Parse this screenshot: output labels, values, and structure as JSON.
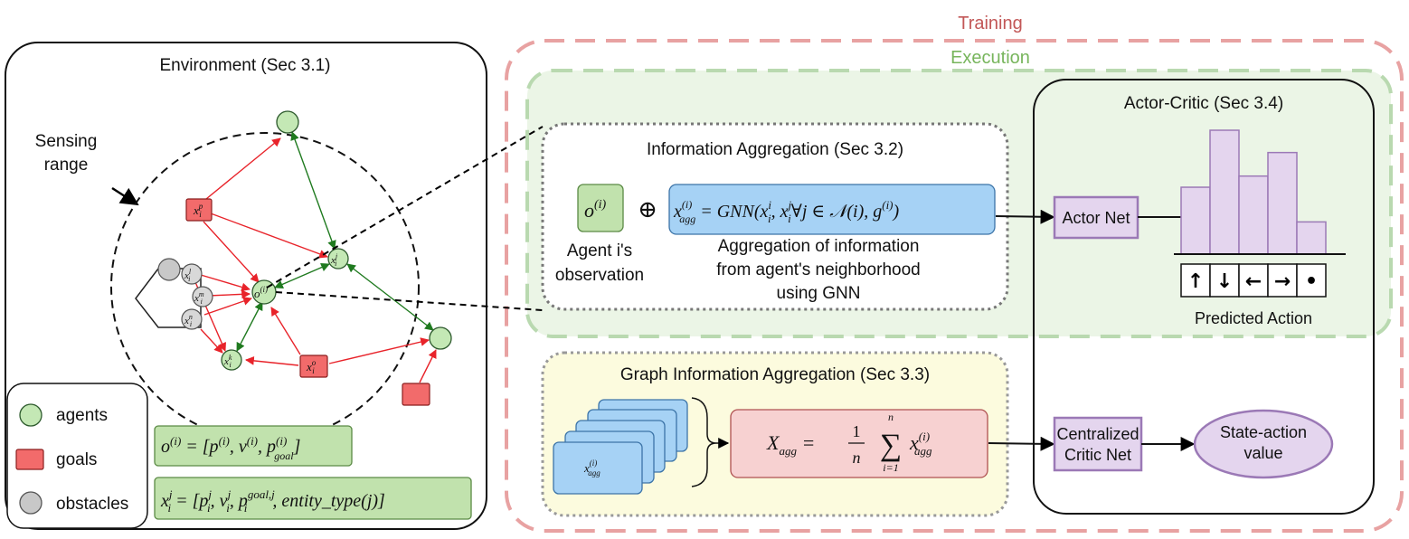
{
  "frames": {
    "training_label": "Training",
    "execution_label": "Execution"
  },
  "environment": {
    "title": "Environment (Sec 3.1)",
    "sensing_label_1": "Sensing",
    "sensing_label_2": "range",
    "nodes": {
      "xp": "x",
      "xp_sub": "i",
      "xp_sup": "p",
      "xj": "x",
      "xj_sub": "i",
      "xj_sup": "j",
      "xl": "x",
      "xl_sub": "i",
      "xl_sup": "l",
      "xm": "x",
      "xm_sub": "i",
      "xm_sup": "m",
      "xn": "x",
      "xn_sub": "i",
      "xn_sup": "n",
      "xk": "x",
      "xk_sub": "i",
      "xk_sup": "k",
      "xo": "x",
      "xo_sub": "i",
      "xo_sup": "o",
      "oi": "o",
      "oi_sup": "(i)"
    },
    "legend": {
      "agents": "agents",
      "goals": "goals",
      "obstacles": "obstacles"
    },
    "obs_formula": "o⁽ⁱ⁾ = [p⁽ⁱ⁾, v⁽ⁱ⁾, p⁽ⁱ⁾goal]",
    "entity_formula": "xᵢʲ = [pᵢʲ, vᵢʲ, pᵢgoal,ʲ, entity_type(j)]"
  },
  "info_aggregation": {
    "title": "Information Aggregation (Sec 3.2)",
    "obs_symbol": "o⁽ⁱ⁾",
    "oplus": "⊕",
    "gnn_formula": "x⁽ⁱ⁾agg = GNN(xᵢⁱ, xᵢʲ∀j ∈ 𝒩(i), g⁽ⁱ⁾)",
    "obs_caption_1": "Agent i's",
    "obs_caption_2": "observation",
    "gnn_caption_1": "Aggregation of information",
    "gnn_caption_2": "from agent's neighborhood",
    "gnn_caption_3": "using GNN"
  },
  "graph_aggregation": {
    "title": "Graph Information Aggregation (Sec 3.3)",
    "stack_label": "x⁽ⁱ⁾agg",
    "formula": "Xagg = (1/n) Σᵢ₌₁ⁿ x⁽ⁱ⁾agg"
  },
  "actor_critic": {
    "title": "Actor-Critic (Sec 3.4)",
    "actor_net": "Actor Net",
    "critic_net_1": "Centralized",
    "critic_net_2": "Critic Net",
    "value_1": "State-action",
    "value_2": "value",
    "predicted_action": "Predicted Action",
    "action_icons": [
      "↑",
      "↓",
      "←",
      "→",
      "•"
    ]
  },
  "chart_data": {
    "type": "bar",
    "categories": [
      "↑",
      "↓",
      "←",
      "→",
      "•"
    ],
    "values": [
      0.54,
      1.0,
      0.63,
      0.82,
      0.26
    ],
    "ylim": [
      0,
      1
    ],
    "title": "",
    "xlabel": "Predicted Action",
    "ylabel": ""
  },
  "colors": {
    "training": "#e8a2a2",
    "execution": "#b9d9b0",
    "execution_fill": "#ebf5e6",
    "agent": "#c4e8b5",
    "goal": "#f26b6b",
    "obstacle": "#c8c8c8",
    "red_edge": "#e8232a",
    "green_edge": "#1f7a1f",
    "blue_box": "#a6d2f5",
    "pink_box": "#f7d1d1",
    "purple": "#e4d5ee",
    "purple_stroke": "#9b79b6",
    "yellow": "#fcfbde",
    "formula_green": "#c1e2ad"
  }
}
